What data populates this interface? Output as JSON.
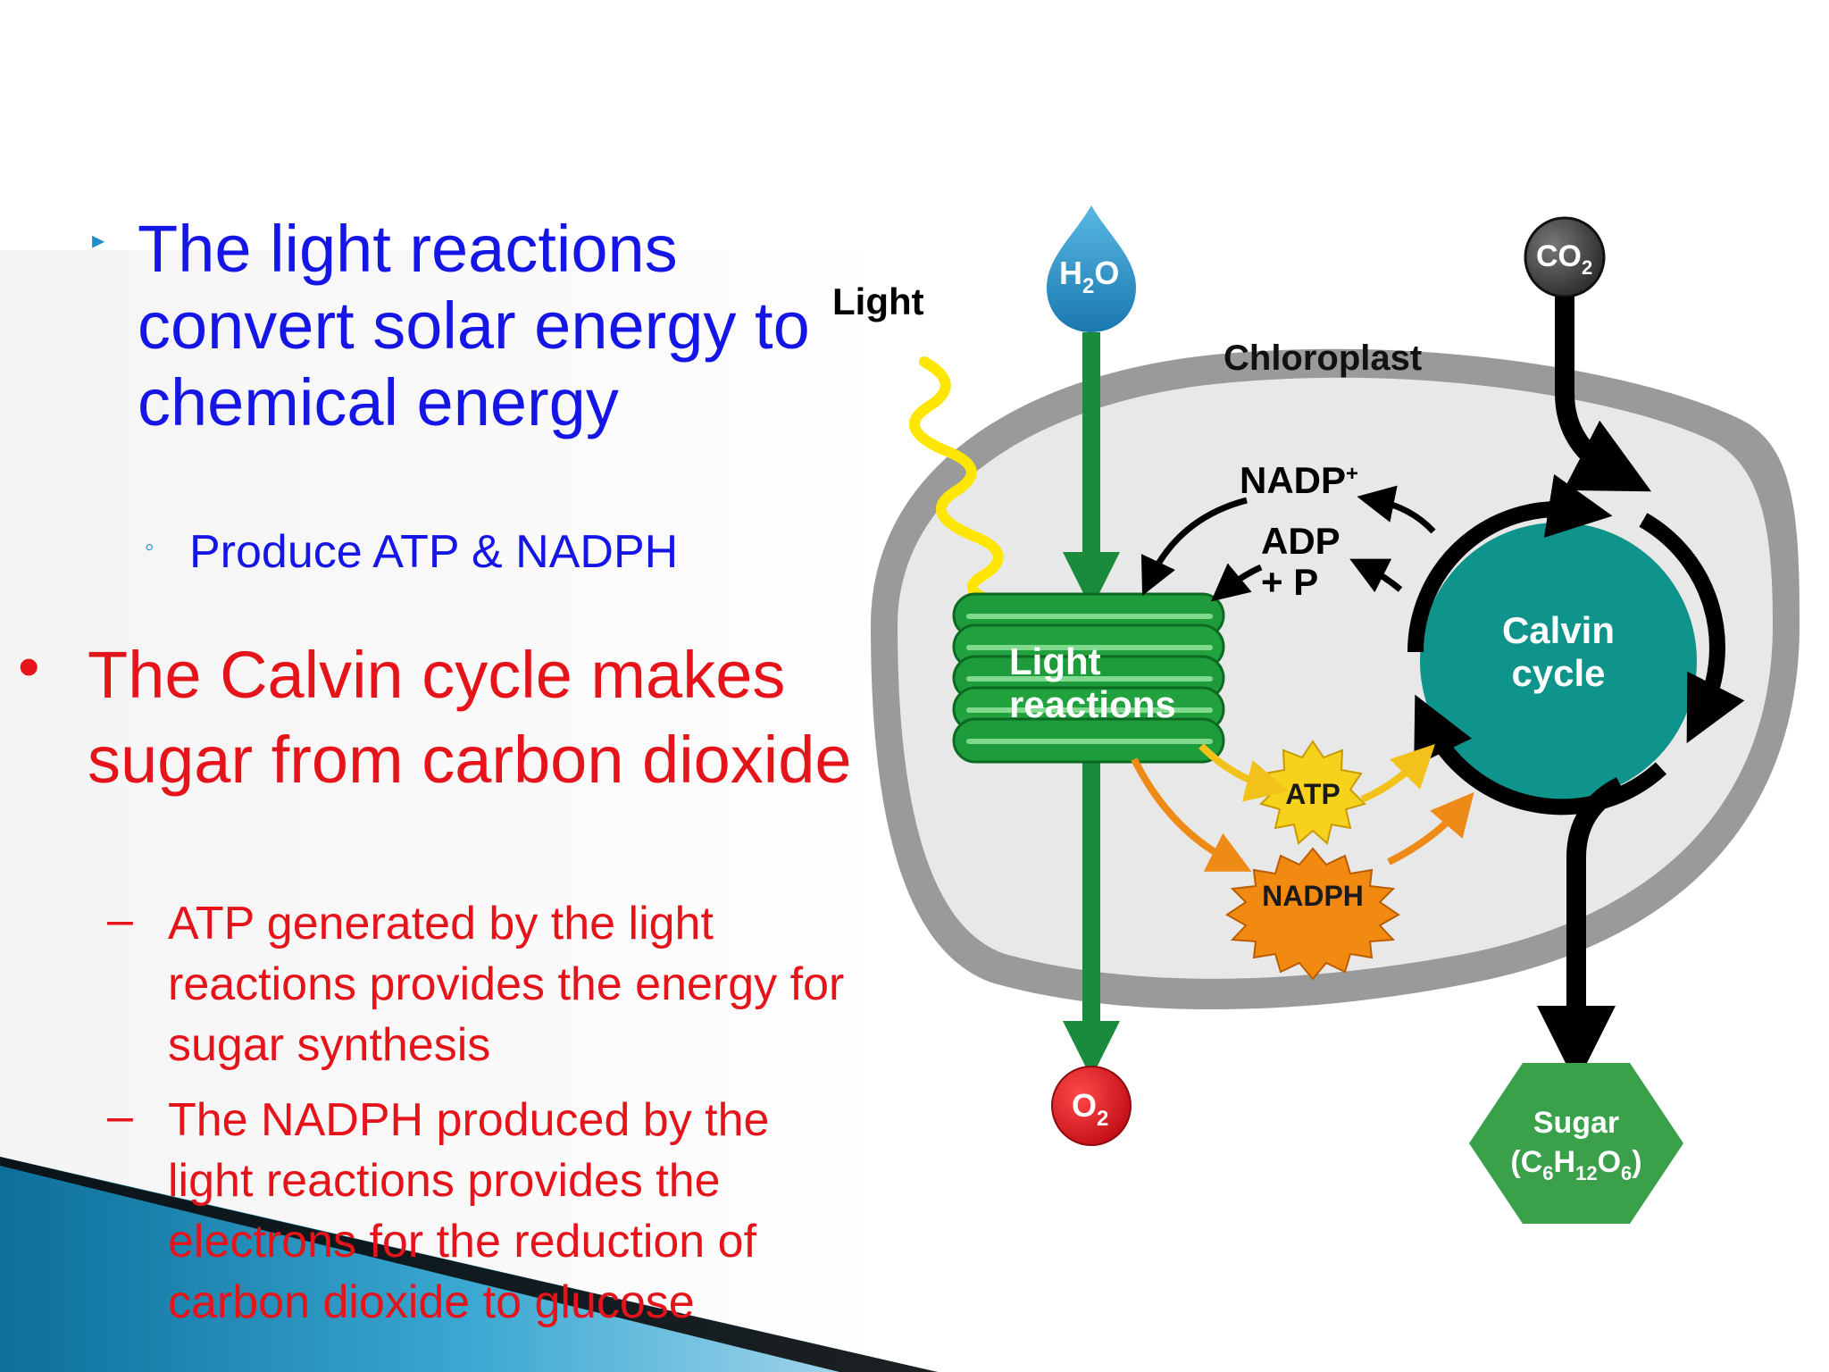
{
  "slide": {
    "bullets": [
      {
        "text": "The light reactions convert solar energy to chemical energy",
        "marker": "▸",
        "color": "#1515e6"
      },
      {
        "text": "Produce ATP & NADPH",
        "marker": "◦",
        "color": "#1515e6"
      },
      {
        "text": "The Calvin cycle makes sugar from carbon dioxide",
        "marker": "•",
        "color": "#e5141a"
      },
      {
        "text": "ATP generated by the light reactions provides the energy for sugar synthesis",
        "marker": "–",
        "color": "#e5141a"
      },
      {
        "text": "The NADPH produced by the light reactions provides the electrons for the reduction of carbon dioxide to glucose",
        "marker": "–",
        "color": "#e5141a"
      }
    ]
  },
  "diagram": {
    "light": "Light",
    "chloroplast": "Chloroplast",
    "h2o": "H",
    "h2o_sub": "2",
    "h2o_end": "O",
    "co2": "CO",
    "co2_sub": "2",
    "o2": "O",
    "o2_sub": "2",
    "light_reactions_1": "Light",
    "light_reactions_2": "reactions",
    "calvin_1": "Calvin",
    "calvin_2": "cycle",
    "nadp": "NADP",
    "nadp_sup": "+",
    "adp": "ADP",
    "plus_p": "+ P",
    "atp": "ATP",
    "nadph": "NADPH",
    "sugar": "Sugar",
    "sugar_formula": [
      "(C",
      "6",
      "H",
      "12",
      "O",
      "6",
      ")"
    ]
  },
  "colors": {
    "green_arrow": "#1a8a3c",
    "teal": "#0e948a",
    "atp": "#f7d21c",
    "nadph": "#f28a12",
    "o2": "#e01b24",
    "sugar": "#3aa14a",
    "water": "#2a8fc0"
  }
}
